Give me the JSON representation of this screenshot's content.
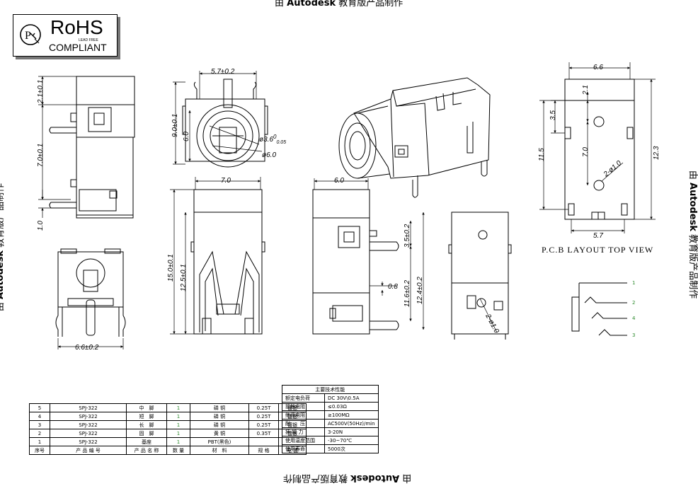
{
  "watermark": {
    "brand": "Autodesk",
    "suffix": "教育版产品制作",
    "prefix": "由"
  },
  "rohs": {
    "title": "RoHS",
    "sub": "LEAD FREE",
    "compliant": "COMPLIANT"
  },
  "dims": {
    "d1": "2.1±0.1",
    "d2": "7.0±0.1",
    "d3": "1.0",
    "d4": "5.7±0.2",
    "d5": "9.0±0.1",
    "d6": "6.0",
    "d7": "3.6",
    "d7sup": "0",
    "d7sub": "0.05",
    "d8": "ø6.0",
    "d9": "7.0",
    "d10": "15.0±0.1",
    "d11": "12.5±0.1",
    "d12": "6.6±0.2",
    "d13": "6.0",
    "d14": "3.5±0.2",
    "d15": "0.8",
    "d16": "11.6±0.2",
    "d17": "12.4±0.2",
    "d18": "2-ø1.0",
    "p1": "6.6",
    "p2": "2.1",
    "p3": "3.5",
    "p4": "7.0",
    "p5": "11.5",
    "p6": "12.3",
    "p7": "2-ø1.0",
    "p8": "5.7"
  },
  "pcb_title": "P.C.B LAYOUT TOP VIEW",
  "pins": [
    "1",
    "2",
    "4",
    "3"
  ],
  "spec": {
    "title": "主要技术性能",
    "rows": [
      [
        "额定电负荷",
        "DC 30V\\0.5A"
      ],
      [
        "接触电阻",
        "≤0.03Ω"
      ],
      [
        "绝缘电阻",
        "≥100MΩ"
      ],
      [
        "耐　　压",
        "AC500V(50Hz)/min"
      ],
      [
        "插 拔 力",
        "3-20N"
      ],
      [
        "使用温度范围",
        "-30~70℃"
      ],
      [
        "使用寿命",
        "5000次"
      ]
    ]
  },
  "bom": {
    "rows": [
      [
        "5",
        "SPJ-322",
        "中　脚",
        "1",
        "磷 铜",
        "0.25T",
        "镀银"
      ],
      [
        "4",
        "SPJ-322",
        "短　脚",
        "1",
        "磷 铜",
        "0.25T",
        "镀银"
      ],
      [
        "3",
        "SPJ-322",
        "长　脚",
        "1",
        "磷 铜",
        "0.25T",
        "镀银"
      ],
      [
        "2",
        "SPJ-322",
        "固　脚",
        "1",
        "黄 铜",
        "0.35T",
        "镀银"
      ],
      [
        "1",
        "SPJ-322",
        "基座",
        "1",
        "PBT(黑色)",
        "",
        ""
      ]
    ],
    "header": [
      "序号",
      "产 品 编 号",
      "产 品 名 称",
      "数 量",
      "材　料",
      "规 格",
      "电 镀"
    ]
  }
}
